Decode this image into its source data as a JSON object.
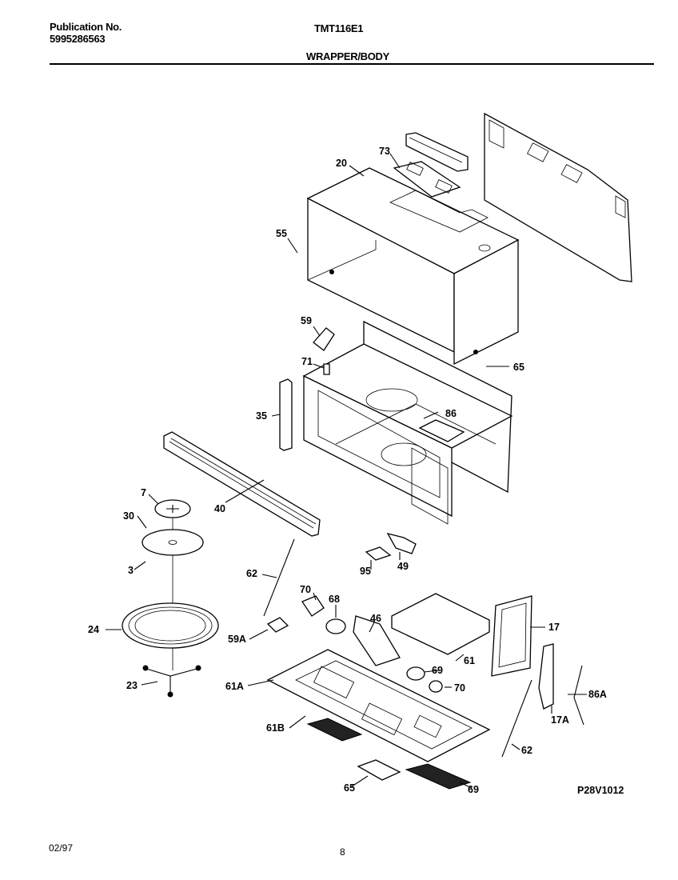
{
  "header": {
    "publication_label": "Publication No.",
    "publication_number": "5995286563",
    "model": "TMT116E1",
    "section": "WRAPPER/BODY"
  },
  "footer": {
    "date": "02/97",
    "page": "8"
  },
  "diagram": {
    "figure_code": "P28V1012",
    "callouts": [
      "73",
      "20",
      "55",
      "59",
      "71",
      "65",
      "35",
      "86",
      "40",
      "7",
      "30",
      "3",
      "95",
      "49",
      "62",
      "70",
      "68",
      "46",
      "17",
      "24",
      "59A",
      "61",
      "86A",
      "69",
      "23",
      "61A",
      "70",
      "17A",
      "61B",
      "62",
      "65",
      "69"
    ]
  }
}
